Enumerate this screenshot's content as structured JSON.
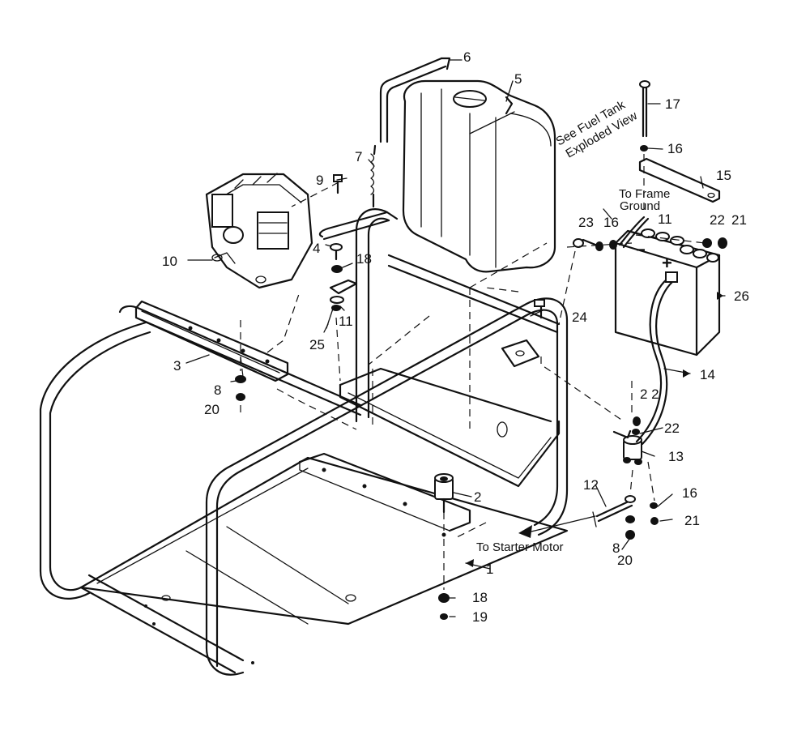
{
  "diagram": {
    "callouts": [
      {
        "id": "c1",
        "text": "1"
      },
      {
        "id": "c2",
        "text": "2"
      },
      {
        "id": "c3",
        "text": "3"
      },
      {
        "id": "c4",
        "text": "4"
      },
      {
        "id": "c5",
        "text": "5"
      },
      {
        "id": "c6",
        "text": "6"
      },
      {
        "id": "c7",
        "text": "7"
      },
      {
        "id": "c8a",
        "text": "8"
      },
      {
        "id": "c8b",
        "text": "8"
      },
      {
        "id": "c9",
        "text": "9"
      },
      {
        "id": "c10",
        "text": "10"
      },
      {
        "id": "c11a",
        "text": "11"
      },
      {
        "id": "c11b",
        "text": "11"
      },
      {
        "id": "c12",
        "text": "12"
      },
      {
        "id": "c13",
        "text": "13"
      },
      {
        "id": "c14",
        "text": "14"
      },
      {
        "id": "c15",
        "text": "15"
      },
      {
        "id": "c16a",
        "text": "16"
      },
      {
        "id": "c16b",
        "text": "16"
      },
      {
        "id": "c16c",
        "text": "16"
      },
      {
        "id": "c17",
        "text": "17"
      },
      {
        "id": "c18a",
        "text": "18"
      },
      {
        "id": "c18b",
        "text": "18"
      },
      {
        "id": "c19",
        "text": "19"
      },
      {
        "id": "c20a",
        "text": "20"
      },
      {
        "id": "c20b",
        "text": "20"
      },
      {
        "id": "c21a",
        "text": "21"
      },
      {
        "id": "c21b",
        "text": "21"
      },
      {
        "id": "c22a",
        "text": "22"
      },
      {
        "id": "c22b",
        "text": "2 2"
      },
      {
        "id": "c22c",
        "text": "22"
      },
      {
        "id": "c23",
        "text": "23"
      },
      {
        "id": "c24",
        "text": "24"
      },
      {
        "id": "c25",
        "text": "25"
      },
      {
        "id": "c26",
        "text": "26"
      }
    ],
    "notes": {
      "fuel_tank_line1": "See Fuel Tank",
      "fuel_tank_line2": "Exploded View",
      "frame_ground_line1": "To Frame",
      "frame_ground_line2": "Ground",
      "starter_motor": "To Starter Motor"
    },
    "battery_symbols": {
      "positive": "+",
      "negative": "−"
    }
  }
}
